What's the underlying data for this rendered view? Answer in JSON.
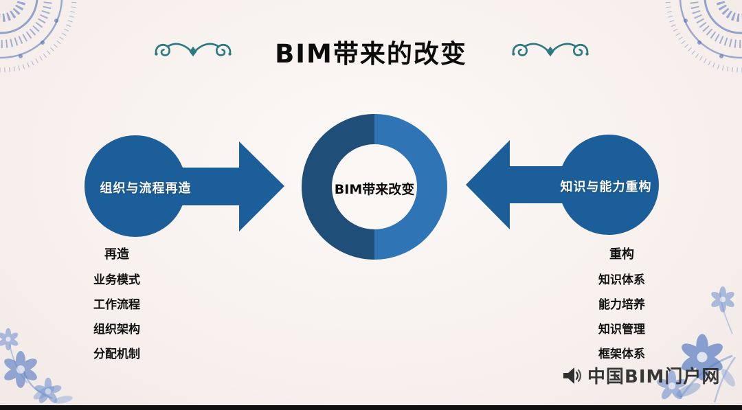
{
  "title": "BIM带来的改变",
  "diagram": {
    "center_label": "BIM带来改变",
    "left_arrow_label": "组织与流程再造",
    "right_arrow_label": "知识与能力重构"
  },
  "left_list": {
    "heading": "再造",
    "items": [
      "业务模式",
      "工作流程",
      "组织架构",
      "分配机制"
    ]
  },
  "right_list": {
    "heading": "重构",
    "items": [
      "知识体系",
      "能力培养",
      "知识管理",
      "框架体系"
    ]
  },
  "watermark": {
    "text": "中国BIM门户网"
  },
  "colors": {
    "arrow_blue": "#1b5e99",
    "donut_left": "#1f4e79",
    "donut_right": "#2f74b5",
    "ornament_teal": "#2b7a82",
    "decor_blue": "#4e6fb2",
    "background": "#f7f0ed"
  }
}
